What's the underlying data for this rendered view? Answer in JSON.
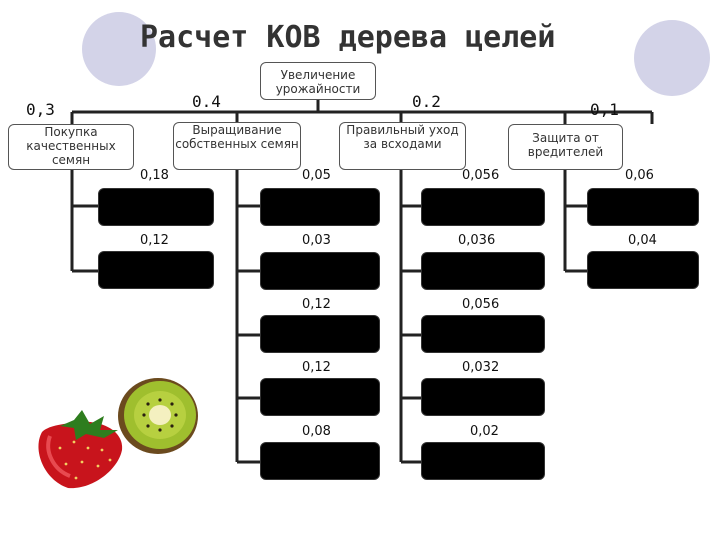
{
  "title": "Расчет КОВ дерева целей",
  "root": {
    "label": "Увеличение урожайности"
  },
  "branches": [
    {
      "name": "Покупка качественных семян",
      "weight": "0,3",
      "first_value": "0,18",
      "values": [
        "0,12"
      ]
    },
    {
      "name": "Выращивание собственных семян",
      "weight": "0.4",
      "first_value": "0,05",
      "values": [
        "0,03",
        "0,12",
        "0,12",
        "0,08"
      ]
    },
    {
      "name": "Правильный уход за всходами",
      "weight": "0.2",
      "first_value": "0,056",
      "values": [
        "0,036",
        "0,056",
        "0,032",
        "0,02"
      ]
    },
    {
      "name": "Защита от вредителей",
      "weight": "0,1",
      "first_value": "0,06",
      "values": [
        "0,04"
      ]
    }
  ],
  "colors": {
    "background_circle": "#d3d3e8",
    "line": "#222222",
    "box_dark": "#000000",
    "title": "#333333"
  },
  "images": [
    "strawberry",
    "kiwi"
  ]
}
